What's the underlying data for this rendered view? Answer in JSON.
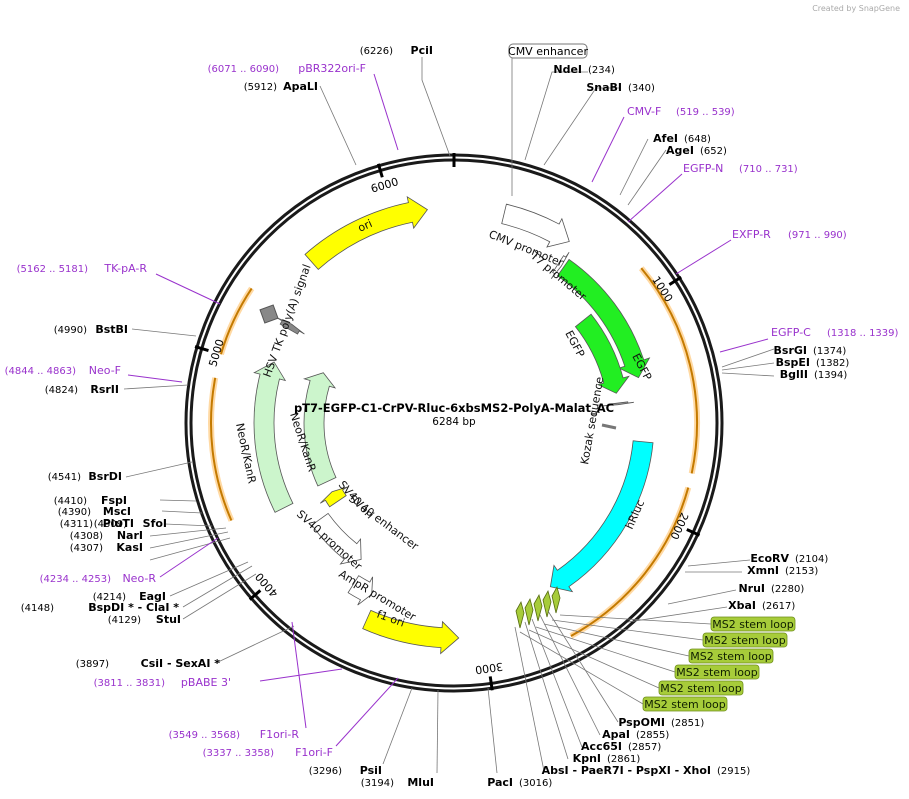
{
  "watermark": "Created by SnapGene",
  "plasmid": {
    "name": "pT7-EGFP-C1-CrPV-Rluc-6xbsMS2-PolyA-Malat_AC",
    "length_label": "6284 bp",
    "length": 6284
  },
  "ticks": [
    {
      "label": "1000",
      "pos": 1000
    },
    {
      "label": "2000",
      "pos": 2000
    },
    {
      "label": "3000",
      "pos": 3000
    },
    {
      "label": "4000",
      "pos": 4000
    },
    {
      "label": "5000",
      "pos": 5000
    },
    {
      "label": "6000",
      "pos": 6000
    }
  ],
  "features": [
    {
      "label": "ori",
      "color": "#ffff00",
      "start": 5560,
      "end": 6160,
      "dir": 1,
      "track": "inner1"
    },
    {
      "label": "CMV promoter",
      "color": "#ffffff",
      "start": 235,
      "end": 566,
      "dir": 1,
      "track": "inner1"
    },
    {
      "label": "T7 promoter",
      "color": "#ffffff",
      "start": 580,
      "end": 600,
      "dir": 1,
      "track": "inner2"
    },
    {
      "label": "EGFP",
      "color": "#22ee22",
      "start": 613,
      "end": 1330,
      "dir": 1,
      "track": "inner2"
    },
    {
      "label": "EGFP",
      "color": "#22ee22",
      "start": 900,
      "end": 1390,
      "dir": 1,
      "track": "inner3"
    },
    {
      "label": "Kozak sequence",
      "color": "#999999",
      "start": 1450,
      "end": 1460,
      "dir": 1,
      "track": "inner3"
    },
    {
      "label": "hRluc",
      "color": "#00ffff",
      "start": 1670,
      "end": 2610,
      "dir": 1,
      "track": "inner2"
    },
    {
      "label": "f1 ori",
      "color": "#ffff00",
      "start": 3120,
      "end": 3560,
      "dir": -1,
      "track": "inner1"
    },
    {
      "label": "AmpR promoter",
      "color": "#ffffff",
      "start": 3590,
      "end": 3700,
      "dir": -1,
      "track": "inner2"
    },
    {
      "label": "SV40 promoter",
      "color": "#ffffff",
      "start": 3740,
      "end": 4090,
      "dir": -1,
      "track": "inner3"
    },
    {
      "label": "SV40 ori",
      "color": "#ffff00",
      "start": 4120,
      "end": 4200,
      "dir": 1,
      "track": "inner4"
    },
    {
      "label": "SV40 enhancer",
      "color": "#ffffff",
      "start": 4120,
      "end": 4200,
      "dir": 1,
      "track": "none"
    },
    {
      "label": "NeoR/KanR",
      "color": "#ccf5cc",
      "start": 4250,
      "end": 5040,
      "dir": 1,
      "track": "inner2"
    },
    {
      "label": "NeoR/KanR",
      "color": "#ccf5cc",
      "start": 4280,
      "end": 5080,
      "dir": 1,
      "track": "inner4"
    },
    {
      "label": "HSV TK poly(A) signal",
      "color": "#888888",
      "start": 5230,
      "end": 5260,
      "dir": 1,
      "track": "inner2"
    }
  ],
  "ms2_stem_loops": [
    {
      "label": "MS2 stem loop"
    },
    {
      "label": "MS2 stem loop"
    },
    {
      "label": "MS2 stem loop"
    },
    {
      "label": "MS2 stem loop"
    },
    {
      "label": "MS2 stem loop"
    },
    {
      "label": "MS2 stem loop"
    }
  ],
  "boxed_labels": [
    {
      "label": "CMV enhancer"
    }
  ],
  "primer_arcs": [
    {
      "start": 880,
      "end": 1780
    },
    {
      "start": 1840,
      "end": 2640
    },
    {
      "start": 4300,
      "end": 4900
    },
    {
      "start": 5000,
      "end": 5300
    }
  ],
  "sites": [
    {
      "name": "PciI",
      "pos": "(6226)",
      "side": "left"
    },
    {
      "name": "ApaLI",
      "pos": "(5912)",
      "side": "left"
    },
    {
      "name": "NdeI",
      "pos": "(234)",
      "side": "right"
    },
    {
      "name": "SnaBI",
      "pos": "(340)",
      "side": "right"
    },
    {
      "name": "AfeI",
      "pos": "(648)",
      "side": "right"
    },
    {
      "name": "AgeI",
      "pos": "(652)",
      "side": "right"
    },
    {
      "name": "BsrGI",
      "pos": "(1374)",
      "side": "right"
    },
    {
      "name": "BspEI",
      "pos": "(1382)",
      "side": "right"
    },
    {
      "name": "BglII",
      "pos": "(1394)",
      "side": "right"
    },
    {
      "name": "EcoRV",
      "pos": "(2104)",
      "side": "right"
    },
    {
      "name": "XmnI",
      "pos": "(2153)",
      "side": "right"
    },
    {
      "name": "NruI",
      "pos": "(2280)",
      "side": "right"
    },
    {
      "name": "XbaI",
      "pos": "(2617)",
      "side": "right"
    },
    {
      "name": "PspOMI",
      "pos": "(2851)",
      "side": "right"
    },
    {
      "name": "ApaI",
      "pos": "(2855)",
      "side": "right"
    },
    {
      "name": "Acc65I",
      "pos": "(2857)",
      "side": "right"
    },
    {
      "name": "KpnI",
      "pos": "(2861)",
      "side": "right"
    },
    {
      "name": "AbsI  - PaeR7I  - PspXI  - XhoI",
      "pos": "(2915)",
      "side": "right"
    },
    {
      "name": "PacI",
      "pos": "(3016)",
      "side": "right"
    },
    {
      "name": "MluI",
      "pos": "(3194)",
      "side": "left"
    },
    {
      "name": "PsiI",
      "pos": "(3296)",
      "side": "left"
    },
    {
      "name": "CsiI  - SexAI *",
      "pos": "(3897)",
      "side": "left"
    },
    {
      "name": "StuI",
      "pos": "(4129)",
      "side": "left"
    },
    {
      "name": "BspDI *  - ClaI *",
      "pos": "(4148)",
      "side": "left"
    },
    {
      "name": "EagI",
      "pos": "(4214)",
      "side": "left"
    },
    {
      "name": "KasI",
      "pos": "(4307)",
      "side": "left"
    },
    {
      "name": "NarI",
      "pos": "(4308)",
      "side": "left"
    },
    {
      "name": "SfoI",
      "pos": "(4309)",
      "side": "left"
    },
    {
      "name": "PluTI",
      "pos": "(4311)",
      "side": "left"
    },
    {
      "name": "MscI",
      "pos": "(4390)",
      "side": "left"
    },
    {
      "name": "FspI",
      "pos": "(4410)",
      "side": "left"
    },
    {
      "name": "BsrDI",
      "pos": "(4541)",
      "side": "left"
    },
    {
      "name": "RsrII",
      "pos": "(4824)",
      "side": "left"
    },
    {
      "name": "BstBI",
      "pos": "(4990)",
      "side": "left"
    }
  ],
  "primers": [
    {
      "name": "pBR322ori-F",
      "range": "(6071 .. 6090)",
      "side": "left"
    },
    {
      "name": "CMV-F",
      "range": "(519 .. 539)",
      "side": "right"
    },
    {
      "name": "EGFP-N",
      "range": "(710 .. 731)",
      "side": "right"
    },
    {
      "name": "EXFP-R",
      "range": "(971 .. 990)",
      "side": "right"
    },
    {
      "name": "EGFP-C",
      "range": "(1318 .. 1339)",
      "side": "right"
    },
    {
      "name": "TK-pA-R",
      "range": "(5162 .. 5181)",
      "side": "left"
    },
    {
      "name": "Neo-F",
      "range": "(4844 .. 4863)",
      "side": "left"
    },
    {
      "name": "Neo-R",
      "range": "(4234 .. 4253)",
      "side": "left"
    },
    {
      "name": "pBABE 3'",
      "range": "(3811 .. 3831)",
      "side": "left"
    },
    {
      "name": "F1ori-R",
      "range": "(3549 .. 3568)",
      "side": "left"
    },
    {
      "name": "F1ori-F",
      "range": "(3337 .. 3358)",
      "side": "left"
    }
  ]
}
